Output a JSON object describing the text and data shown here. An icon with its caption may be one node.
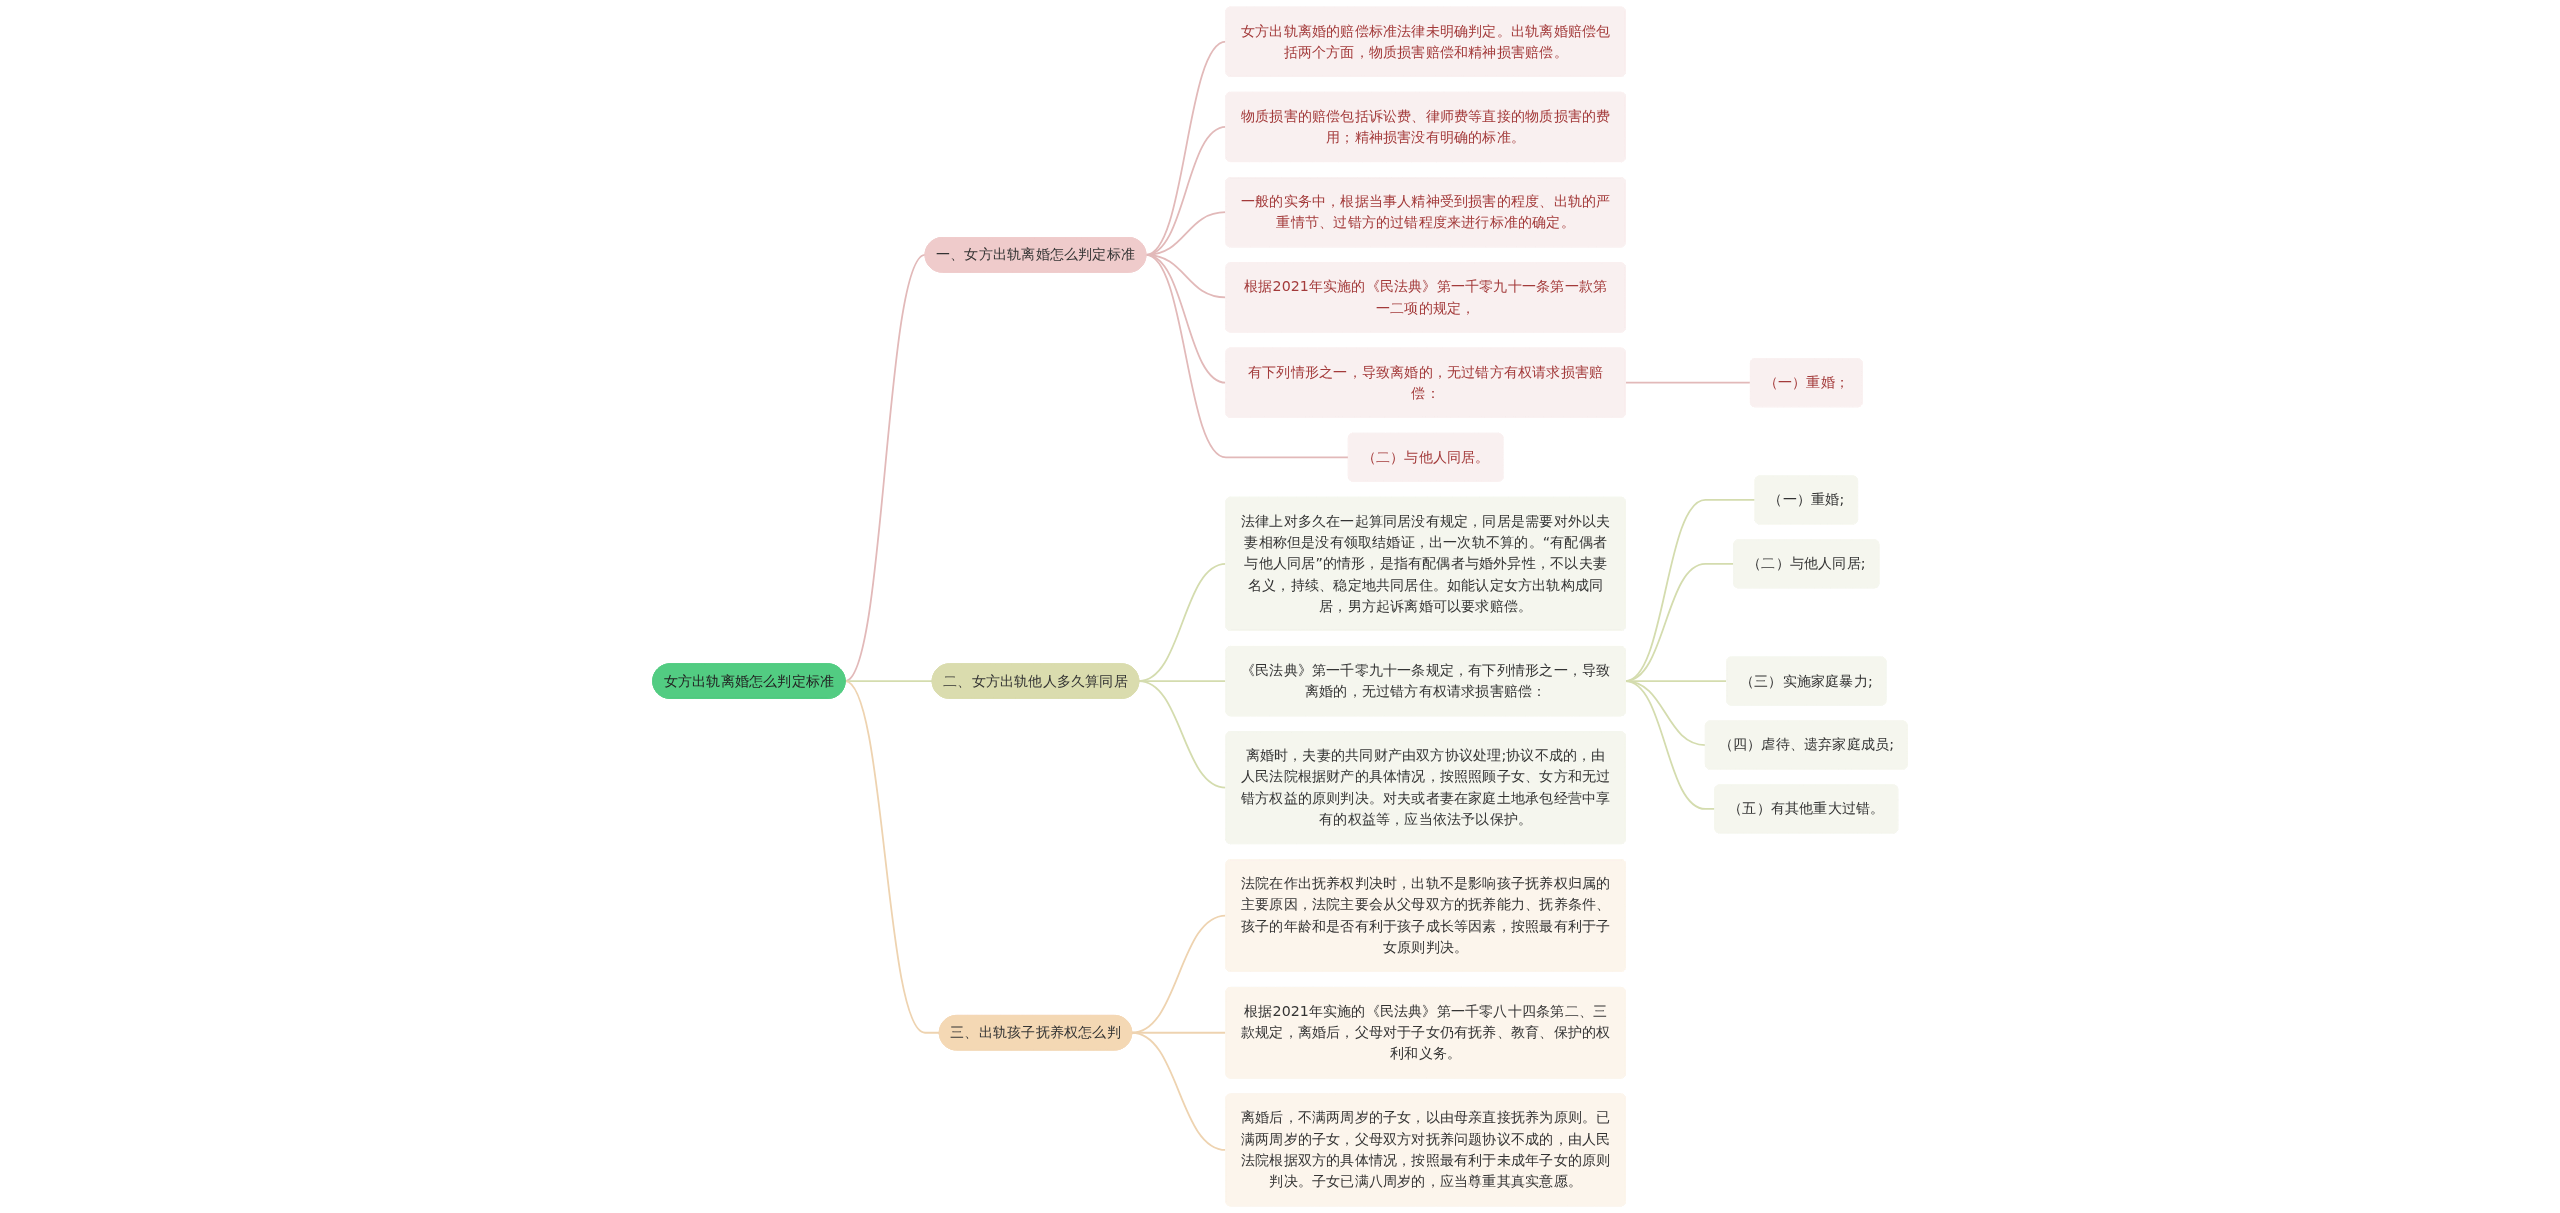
{
  "diagram": {
    "nodes": [
      {
        "text": [
          "女方出轨离婚怎么判定标准"
        ]
      },
      {
        "text": [
          "一、女方出轨离婚怎么判定标准"
        ]
      },
      {
        "text": [
          "女方出轨离婚的赔偿标准法律未明确判定。出轨离婚赔偿包括两个方面，物质损害赔偿和精神损害赔偿。"
        ]
      },
      {
        "text": [
          "物质损害的赔偿包括诉讼费、律师费等直接的物质损害的费用；精神损害没有明确的标准。"
        ]
      },
      {
        "text": [
          "一般的实务中，根据当事人精神受到损害的程度、出轨的严重情节、过错方的过错程度来进行标准的确定。"
        ]
      },
      {
        "text": [
          "根据2021年实施的《民法典》第一千零九十一条第一款第一二项的规定，"
        ]
      },
      {
        "text": [
          "有下列情形之一，导致离婚的，无过错方有权请求损害赔偿："
        ]
      },
      {
        "text": [
          "（一）重婚；"
        ]
      },
      {
        "text": [
          "（二）与他人同居。"
        ]
      },
      {
        "text": [
          "二、女方出轨他人多久算同居"
        ]
      },
      {
        "text": [
          "法律上对多久在一起算同居没有规定，同居是需要对外以夫妻相称但是没有领取结婚证，出一次轨不算的。“有配偶者与他人同居”的情形，是指有配偶者与婚外异性，不以夫妻名义，持续、稳定地共同居住。如能认定女方出轨构成同居，男方起诉离婚可以要求赔偿。"
        ]
      },
      {
        "text": [
          "《民法典》第一千零九十一条规定，有下列情形之一，导致离婚的，无过错方有权请求损害赔偿："
        ]
      },
      {
        "text": [
          "（一）重婚;"
        ]
      },
      {
        "text": [
          "（二）与他人同居;"
        ]
      },
      {
        "text": [
          "（三）实施家庭暴力;"
        ]
      },
      {
        "text": [
          "（四）虐待、遗弃家庭成员;"
        ]
      },
      {
        "text": [
          "（五）有其他重大过错。"
        ]
      },
      {
        "text": [
          "离婚时，夫妻的共同财产由双方协议处理;协议不成的，由人民法院根据财产的具体情况，按照照顾子女、女方和无过错方权益的原则判决。对夫或者妻在家庭土地承包经营中享有的权益等，应当依法予以保护。"
        ]
      },
      {
        "text": [
          "三、出轨孩子抚养权怎么判"
        ]
      },
      {
        "text": [
          "法院在作出抚养权判决时，出轨不是影响孩子抚养权归属的主要原因，法院主要会从父母双方的抚养能力、抚养条件、孩子的年龄和是否有利于孩子成长等因素，按照最有利于子女原则判决。"
        ]
      },
      {
        "text": [
          "根据2021年实施的《民法典》第一千零八十四条第二、三款规定，离婚后，父母对于子女仍有抚养、教育、保护的权利和义务。"
        ]
      },
      {
        "text": [
          "离婚后，不满两周岁的子女，以由母亲直接抚养为原则。已满两周岁的子女，父母双方对抚养问题协议不成的，由人民法院根据双方的具体情况，按照最有利于未成年子女的原则判决。子女已满八周岁的，应当尊重其真实意愿。"
        ]
      }
    ],
    "edges": [
      {
        "from": 0,
        "to": 1,
        "arrow": "none",
        "color": "#e2b9b9"
      },
      {
        "from": 1,
        "to": 2,
        "arrow": "none",
        "color": "#e2b9b9"
      },
      {
        "from": 1,
        "to": 3,
        "arrow": "none",
        "color": "#e2b9b9"
      },
      {
        "from": 1,
        "to": 4,
        "arrow": "none",
        "color": "#e2b9b9"
      },
      {
        "from": 1,
        "to": 5,
        "arrow": "none",
        "color": "#e2b9b9"
      },
      {
        "from": 1,
        "to": 6,
        "arrow": "none",
        "color": "#e2b9b9"
      },
      {
        "from": 6,
        "to": 7,
        "arrow": "none",
        "color": "#e2b9b9"
      },
      {
        "from": 1,
        "to": 8,
        "arrow": "none",
        "color": "#e2b9b9"
      },
      {
        "from": 0,
        "to": 9,
        "arrow": "none",
        "color": "#d4dcae"
      },
      {
        "from": 9,
        "to": 10,
        "arrow": "none",
        "color": "#d4dcae"
      },
      {
        "from": 9,
        "to": 11,
        "arrow": "none",
        "color": "#d4dcae"
      },
      {
        "from": 11,
        "to": 12,
        "arrow": "none",
        "color": "#d4dcae"
      },
      {
        "from": 11,
        "to": 13,
        "arrow": "none",
        "color": "#d4dcae"
      },
      {
        "from": 11,
        "to": 14,
        "arrow": "none",
        "color": "#d4dcae"
      },
      {
        "from": 11,
        "to": 15,
        "arrow": "none",
        "color": "#d4dcae"
      },
      {
        "from": 11,
        "to": 16,
        "arrow": "none",
        "color": "#d4dcae"
      },
      {
        "from": 9,
        "to": 17,
        "arrow": "none",
        "color": "#d4dcae"
      },
      {
        "from": 0,
        "to": 18,
        "arrow": "none",
        "color": "#eed3b0"
      },
      {
        "from": 18,
        "to": 19,
        "arrow": "none",
        "color": "#eed3b0"
      },
      {
        "from": 18,
        "to": 20,
        "arrow": "none",
        "color": "#eed3b0"
      },
      {
        "from": 18,
        "to": 21,
        "arrow": "none",
        "color": "#eed3b0"
      }
    ]
  }
}
